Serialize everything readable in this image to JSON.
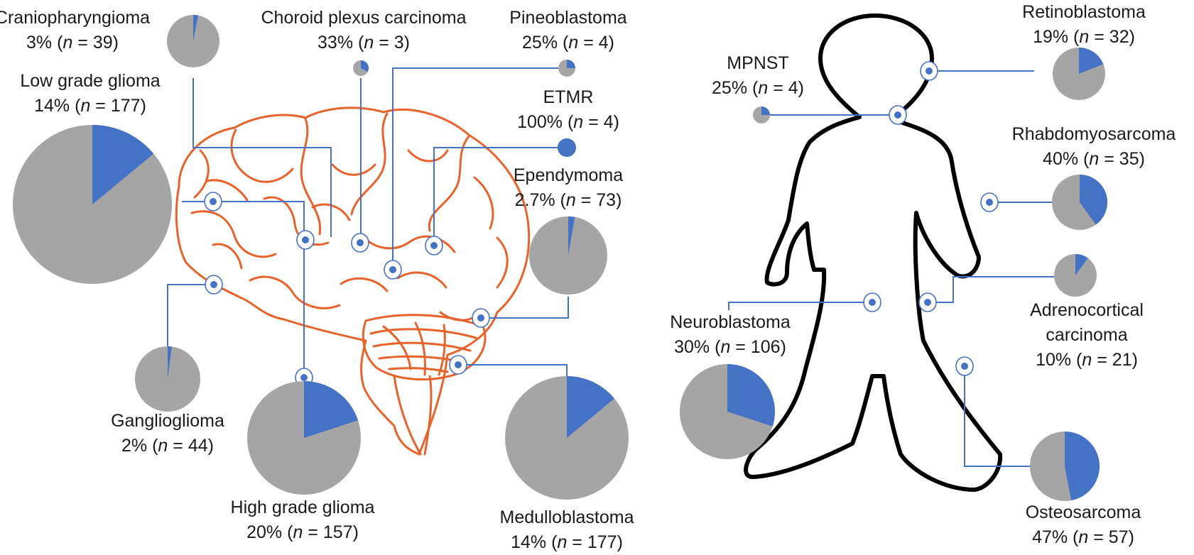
{
  "colors": {
    "blue": "#4472c4",
    "grey": "#a5a5a5",
    "brain": "#e8622a",
    "body_outline": "#000000",
    "connector": "#4472c4"
  },
  "brain_tumors": [
    {
      "id": "craniopharyngioma",
      "name": "Craniopharyngioma",
      "percent": 3,
      "percent_text": "3%",
      "n": 39
    },
    {
      "id": "choroid",
      "name": "Choroid plexus carcinoma",
      "percent": 33,
      "percent_text": "33%",
      "n": 3
    },
    {
      "id": "pineoblastoma",
      "name": "Pineoblastoma",
      "percent": 25,
      "percent_text": "25%",
      "n": 4
    },
    {
      "id": "etmr",
      "name": "ETMR",
      "percent": 100,
      "percent_text": "100%",
      "n": 4
    },
    {
      "id": "ependymoma",
      "name": "Ependymoma",
      "percent": 2.7,
      "percent_text": "2.7%",
      "n": 73
    },
    {
      "id": "lgg",
      "name": "Low grade glioma",
      "percent": 14,
      "percent_text": "14%",
      "n": 177
    },
    {
      "id": "ganglioglioma",
      "name": "Ganglioglioma",
      "percent": 2,
      "percent_text": "2%",
      "n": 44
    },
    {
      "id": "hgg",
      "name": "High grade glioma",
      "percent": 20,
      "percent_text": "20%",
      "n": 157
    },
    {
      "id": "medulloblastoma",
      "name": "Medulloblastoma",
      "percent": 14,
      "percent_text": "14%",
      "n": 177
    }
  ],
  "body_tumors": [
    {
      "id": "retinoblastoma",
      "name": "Retinoblastoma",
      "percent": 19,
      "percent_text": "19%",
      "n": 32
    },
    {
      "id": "mpnst",
      "name": "MPNST",
      "percent": 25,
      "percent_text": "25%",
      "n": 4
    },
    {
      "id": "rhabdo",
      "name": "Rhabdomyosarcoma",
      "percent": 40,
      "percent_text": "40%",
      "n": 35
    },
    {
      "id": "adrenocortical",
      "name": "Adrenocortical carcinoma",
      "name_lines": [
        "Adrenocortical",
        "carcinoma"
      ],
      "percent": 10,
      "percent_text": "10%",
      "n": 21
    },
    {
      "id": "neuroblastoma",
      "name": "Neuroblastoma",
      "percent": 30,
      "percent_text": "30%",
      "n": 106
    },
    {
      "id": "osteosarcoma",
      "name": "Osteosarcoma",
      "percent": 47,
      "percent_text": "47%",
      "n": 57
    }
  ]
}
